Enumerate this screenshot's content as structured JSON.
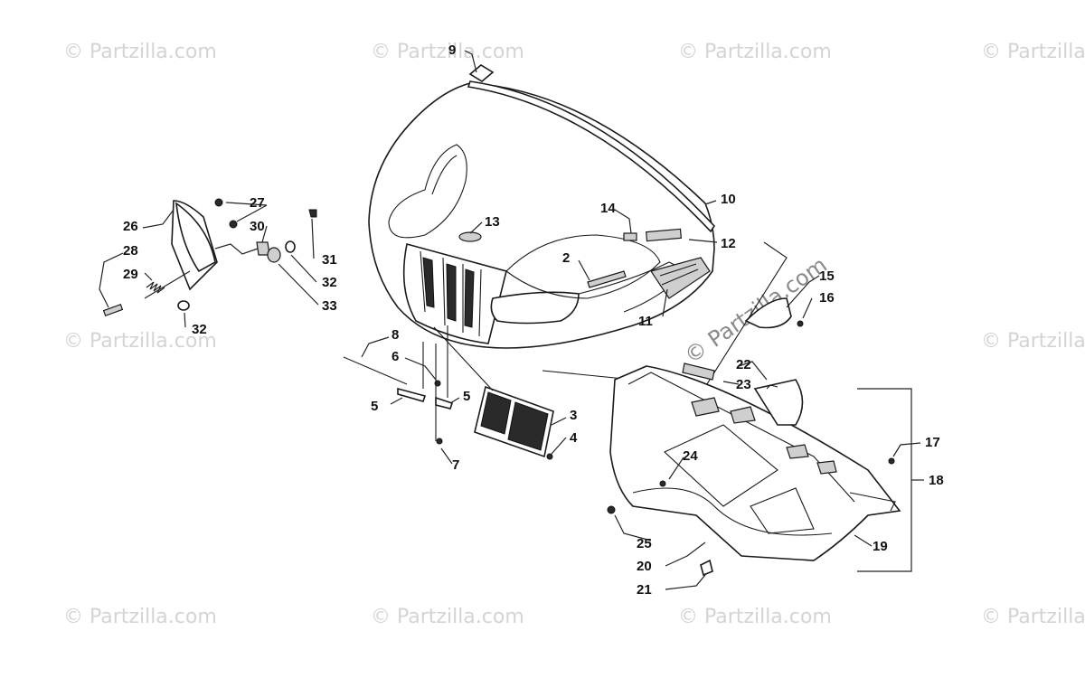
{
  "watermark": "© Partzilla.com",
  "watermark_center": "© Partzilla.com",
  "callouts": {
    "c2": "2",
    "c3": "3",
    "c4": "4",
    "c5a": "5",
    "c5b": "5",
    "c6": "6",
    "c7": "7",
    "c8": "8",
    "c9": "9",
    "c10": "10",
    "c11": "11",
    "c12": "12",
    "c13": "13",
    "c14": "14",
    "c15": "15",
    "c16": "16",
    "c17": "17",
    "c18": "18",
    "c19": "19",
    "c20": "20",
    "c21": "21",
    "c22": "22",
    "c23": "23",
    "c24": "24",
    "c25": "25",
    "c26": "26",
    "c27": "27",
    "c28": "28",
    "c29": "29",
    "c30": "30",
    "c31": "31",
    "c32a": "32",
    "c32b": "32",
    "c33": "33"
  }
}
